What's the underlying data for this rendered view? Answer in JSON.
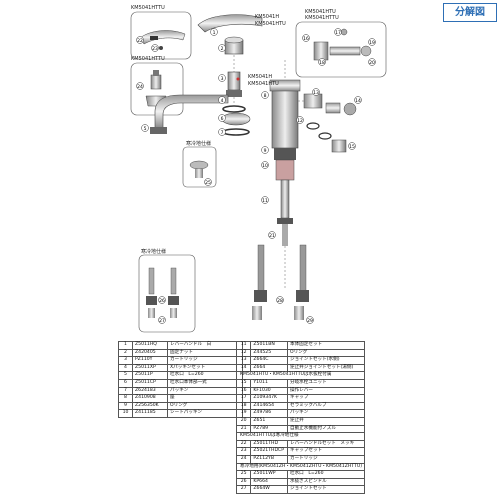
{
  "header": {
    "title": "分解図"
  },
  "labels": {
    "km5041httu_top": "KM5041HTTU",
    "km5041httu_mid": "KM5041HTTU",
    "km5041h_a": "KM5041H",
    "km5041htu_a": "KM5041HTU",
    "km5041h_b": "KM5041H",
    "km5041htu_b": "KM5041HTU",
    "km5041htu_r": "KM5041HTU",
    "km5041httu_r": "KM5041HTTU",
    "cold_area_1": "寒冷地仕様",
    "cold_area_2": "寒冷地仕様"
  },
  "colors": {
    "accent": "#2e6fb5",
    "line": "#444444",
    "part_fill": "#d8d8d8",
    "part_dark": "#6a6a6a"
  },
  "callouts": [
    "1",
    "2",
    "3",
    "4",
    "5",
    "6",
    "7",
    "8",
    "9",
    "10",
    "11",
    "12",
    "13",
    "14",
    "15",
    "16",
    "17",
    "18",
    "19",
    "20",
    "21",
    "22",
    "23",
    "24",
    "25",
    "26",
    "27",
    "28",
    "29"
  ],
  "parts_left": [
    {
      "no": "1",
      "code": "Z5011HQ",
      "name": "レバーハンドル　白"
    },
    {
      "no": "2",
      "code": "Z420405",
      "name": "固定ナット"
    },
    {
      "no": "3",
      "code": "PZ110Y",
      "name": "カートリッジ"
    },
    {
      "no": "4",
      "code": "Z5011XP",
      "name": "Xパッキンセット"
    },
    {
      "no": "5",
      "code": "Z5011P",
      "name": "吐水口　L=260"
    },
    {
      "no": "6",
      "code": "Z5011CP",
      "name": "吐水口本体部一式"
    },
    {
      "no": "7",
      "code": "Z624183",
      "name": "パッキン"
    },
    {
      "no": "8",
      "code": "Z410908",
      "name": "座"
    },
    {
      "no": "9",
      "code": "Z256350K",
      "name": "Oリング"
    },
    {
      "no": "10",
      "code": "Z411185",
      "name": "シートパッキン"
    }
  ],
  "parts_right": [
    {
      "no": "11",
      "code": "Z5011BN",
      "name": "本体固定セット"
    },
    {
      "no": "12",
      "code": "Z44525",
      "name": "Oリング"
    },
    {
      "no": "13",
      "code": "Z664C",
      "name": "ジョイントセット(水側)"
    },
    {
      "no": "14",
      "code": "Z664",
      "name": "逆止弁ジョイントセット(湯側)"
    },
    {
      "no": "",
      "code": "KM5041HTU・KM5041HTTUは水抜栓付属",
      "name": "",
      "full": true
    },
    {
      "no": "15",
      "code": "Y1011",
      "name": "分岐水栓ユニット"
    },
    {
      "no": "16",
      "code": "KF1030",
      "name": "操作レバー"
    },
    {
      "no": "17",
      "code": "Z109347K",
      "name": "キャップ"
    },
    {
      "no": "18",
      "code": "Z414654",
      "name": "セラミックバルブ"
    },
    {
      "no": "19",
      "code": "Z49786",
      "name": "パッキン"
    },
    {
      "no": "20",
      "code": "Z651",
      "name": "逆止弁"
    },
    {
      "no": "21",
      "code": "PZ789",
      "name": "自動止水機能付ノズル"
    },
    {
      "no": "",
      "code": "KM5041HTTUは寒冷地仕様",
      "name": "",
      "full": true
    },
    {
      "no": "22",
      "code": "Z5011THD",
      "name": "レバーハンドルセット　メッキ"
    },
    {
      "no": "23",
      "code": "Z5021THDCP",
      "name": "キャップセット"
    },
    {
      "no": "24",
      "code": "PZ112YB",
      "name": "カートリッジ"
    },
    {
      "no": "",
      "code": "寒冷地用(KM5041ZH・KM5041ZHTU・KM5041ZHTTU)",
      "name": "",
      "full": true
    },
    {
      "no": "25",
      "code": "Z5011WP",
      "name": "吐水口　L=260"
    },
    {
      "no": "26",
      "code": "KP664",
      "name": "水抜ぎスピンドル"
    },
    {
      "no": "27",
      "code": "Z664W",
      "name": "ジョイントセット"
    }
  ]
}
